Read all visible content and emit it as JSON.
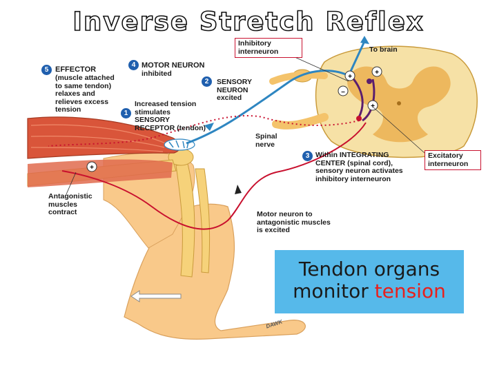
{
  "title": "Inverse Stretch Reflex",
  "labels": {
    "inhibitory_interneuron": "Inhibitory interneuron",
    "to_brain": "To brain",
    "motor_neuron": "MOTOR NEURON",
    "motor_neuron_sub": "inhibited",
    "sensory_neuron": "SENSORY NEURON excited",
    "effector_title": "EFFECTOR",
    "effector_body": "(muscle attached to same tendon) relaxes and relieves excess tension",
    "receptor": "Increased tension stimulates SENSORY RECEPTOR (tendon)",
    "spinal_nerve": "Spinal nerve",
    "integrating_center": "Within INTEGRATING CENTER (spinal cord), sensory neuron activates inhibitory interneuron",
    "excitatory_interneuron": "Excitatory interneuron",
    "antagonistic": "Antagonistic muscles contract",
    "motor_to_antagonistic": "Motor neuron to antagonistic muscles is excited",
    "signature": "DAWK"
  },
  "step_numbers": {
    "effector": "5",
    "motor_neuron": "4",
    "sensory_neuron": "2",
    "receptor": "1",
    "integrating": "3"
  },
  "callout": {
    "line1": "Tendon organs",
    "line2_a": "monitor",
    "line2_b": "tension"
  },
  "colors": {
    "step_badge": "#1f5fae",
    "callout_bg": "#56b9ea",
    "highlight_text": "#e8201c",
    "sensory_neuron": "#2e86c1",
    "motor_neuron": "#c8102e",
    "inhibitory_neuron": "#5b1e6e",
    "muscle": "#d9553a",
    "bone_skin": "#f4c36b",
    "spinal_gray": "#e9a640"
  }
}
